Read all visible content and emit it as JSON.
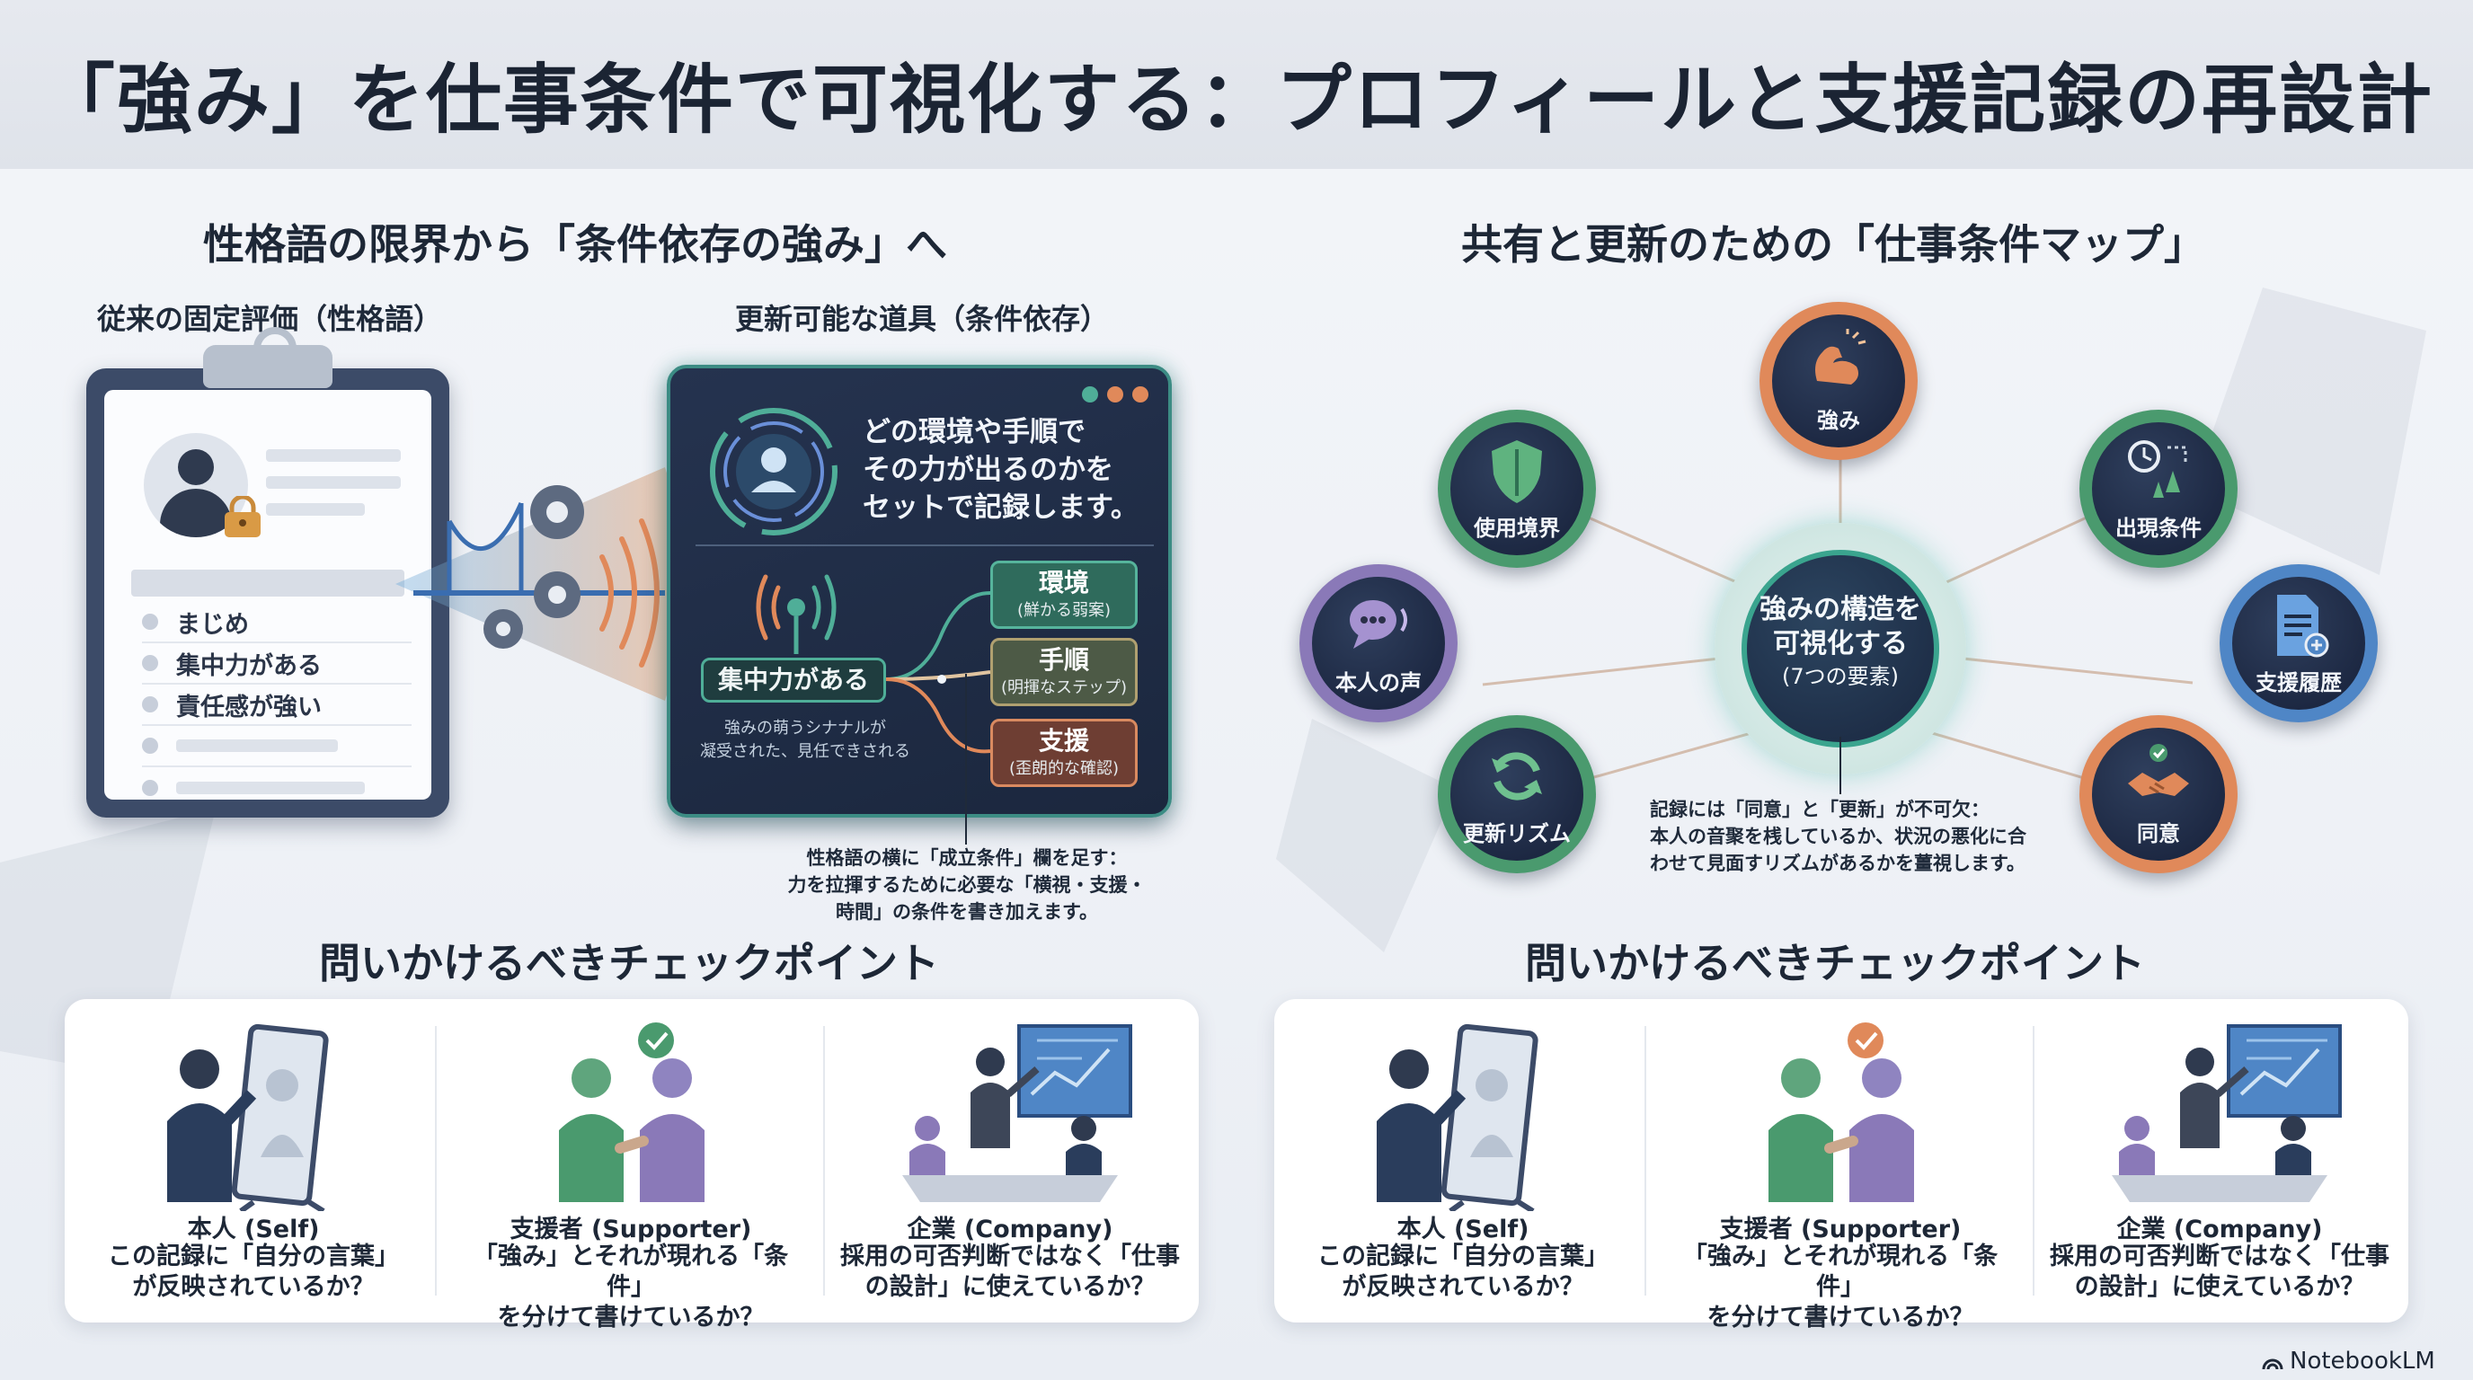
{
  "title": "「強み」を仕事条件で可視化する：プロフィールと支援記録の再設計",
  "left": {
    "section_title": "性格語の限界から「条件依存の強み」へ",
    "fixed_label": "従来の固定評価（性格語）",
    "updatable_label": "更新可能な道具（条件依存）",
    "clipboard_items": [
      "まじめ",
      "集中力がある",
      "責任感が強い"
    ],
    "tool_text": [
      "どの環境や手順で",
      "その力が出るのかを",
      "セットで記録します。"
    ],
    "focus_label": "集中力がある",
    "focus_note": [
      "強みの萌うシナナルが",
      "凝受された、見任できされる"
    ],
    "conditions": [
      {
        "title": "環境",
        "sub": "(鮮かる弱案)",
        "color": "#3e8a72"
      },
      {
        "title": "手順",
        "sub": "(明揮なステップ)",
        "color": "#5d6a4d"
      },
      {
        "title": "支援",
        "sub": "(歪朗的な確認)",
        "color": "#8a4f3c"
      }
    ],
    "panel_note": [
      "性格語の横に「成立条件」欄を足す：",
      "力を拉揮するために必要な「横視・支援・",
      "時間」の条件を書き加えます。"
    ]
  },
  "right": {
    "section_title": "共有と更新のための「仕事条件マップ」",
    "center_title": [
      "強みの構造を",
      "可視化する"
    ],
    "center_sub": "(7つの要素)",
    "nodes": {
      "strength": "強み",
      "boundary": "使用境界",
      "condition": "出現条件",
      "voice": "本人の声",
      "history": "支援履歴",
      "rhythm": "更新リズム",
      "consent": "同意"
    },
    "map_note": [
      "記録には「同意」と「更新」が不可欠：",
      "本人の音聚を桟しているか、状況の悪化に合",
      "わせて見面すリズムがあるかを薑視します。"
    ]
  },
  "checkpoints": {
    "title": "問いかけるべきチェックポイント",
    "items": [
      {
        "role": "本人 (Self)",
        "question": [
          "この記録に「自分の言葉」",
          "が反映されているか？"
        ]
      },
      {
        "role": "支援者 (Supporter)",
        "question": [
          "「強み」とそれが現れる「条件」",
          "を分けて書けているか？"
        ]
      },
      {
        "role": "企業 (Company)",
        "question": [
          "採用の可否判断ではなく「仕事",
          "の設計」に使えているか？"
        ]
      }
    ]
  },
  "brand": "NotebookLM",
  "colors": {
    "teal": "#3aa48e",
    "navy": "#1c2b44",
    "orange": "#e0895a",
    "purple": "#8a79b8",
    "blue": "#4f86c6",
    "green": "#4a9a6e"
  }
}
